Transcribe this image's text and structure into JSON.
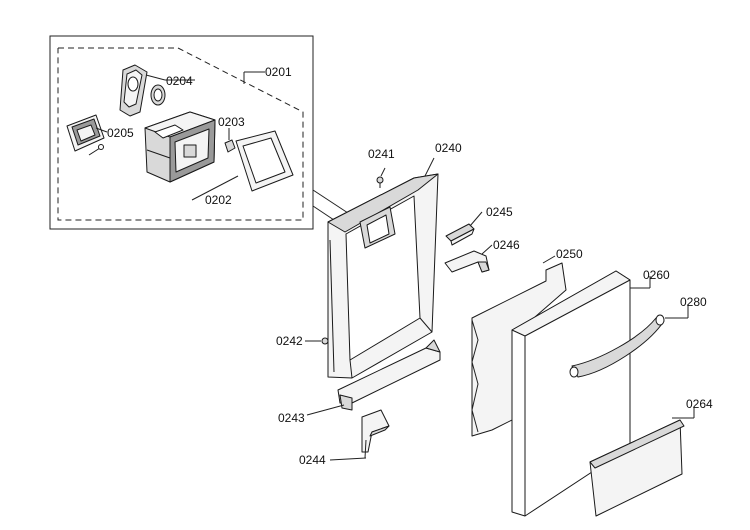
{
  "labels": {
    "l0201": "0201",
    "l0202": "0202",
    "l0203": "0203",
    "l0204": "0204",
    "l0205": "0205",
    "l0240": "0240",
    "l0241": "0241",
    "l0242": "0242",
    "l0243": "0243",
    "l0244": "0244",
    "l0245": "0245",
    "l0246": "0246",
    "l0250": "0250",
    "l0260": "0260",
    "l0264": "0264",
    "l0280": "0280"
  }
}
